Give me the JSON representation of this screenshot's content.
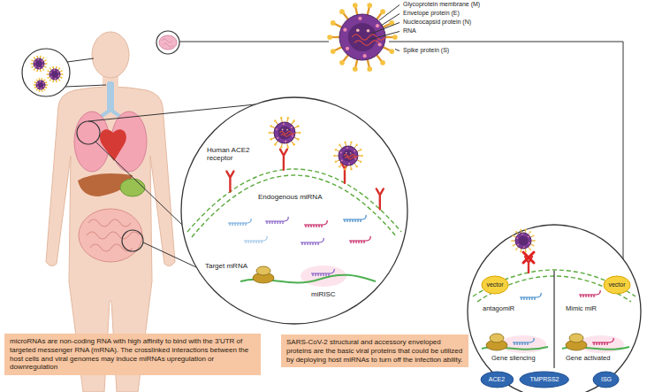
{
  "diagram": {
    "nodes": [
      {
        "text": [
          "microRNAs are non-coding RNA with high affinity to bind with the 3'UTR of targeted messenger RNA (mRNA). The crosslinked interactions between the host cells and viral genomes may induce miRNAs upregulation or downregulation"
        ]
      },
      {
        "text": [
          "SARS-CoV-2 structural and accessory enveloped proteins are the basic viral proteins that could be utilized by deploying host miRNAs to turn off the infection ability."
        ]
      },
      {
        "text": [
          "ACE2"
        ]
      },
      {
        "text": [
          "TMPRSS2"
        ]
      },
      {
        "text": [
          "ISG"
        ]
      }
    ],
    "labels": [
      "Glycoprotein membrane (M)",
      "Envelope protein (E)",
      "Nucleocapsid protein (N)",
      "RNA",
      "Spike protein (S)",
      "Human ACE2 receptor",
      "Endogenous miRNA",
      "Target mRNA",
      "miRISC",
      "vector",
      "antagomiR",
      "vector",
      "Mimic miR",
      "Gene silencing",
      "Gene activated"
    ]
  }
}
